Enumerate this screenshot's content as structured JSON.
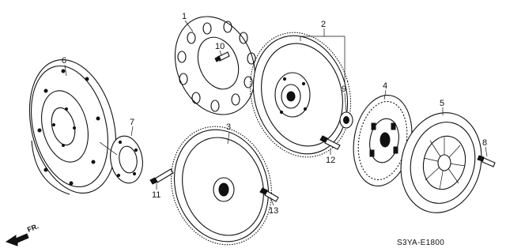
{
  "diagram_code": "S3YA-E1800",
  "direction_label": "FR.",
  "callouts": [
    {
      "id": "1",
      "label": "1"
    },
    {
      "id": "2",
      "label": "2"
    },
    {
      "id": "3",
      "label": "3"
    },
    {
      "id": "4",
      "label": "4"
    },
    {
      "id": "5",
      "label": "5"
    },
    {
      "id": "6",
      "label": "6"
    },
    {
      "id": "7",
      "label": "7"
    },
    {
      "id": "8",
      "label": "8"
    },
    {
      "id": "9",
      "label": "9"
    },
    {
      "id": "10",
      "label": "10"
    },
    {
      "id": "11",
      "label": "11"
    },
    {
      "id": "12",
      "label": "12"
    },
    {
      "id": "13",
      "label": "13"
    }
  ],
  "colors": {
    "ink": "#111111",
    "background": "#ffffff"
  }
}
